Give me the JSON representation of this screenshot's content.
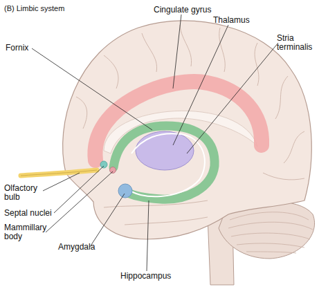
{
  "diagram": {
    "title": "(B) Limbic system",
    "labels": [
      "Cingulate gyrus",
      "Thalamus",
      "Stria terminalis",
      "Fornix",
      "Olfactory bulb",
      "Septal nuclei",
      "Mammillary body",
      "Amygdala",
      "Hippocampus"
    ]
  }
}
